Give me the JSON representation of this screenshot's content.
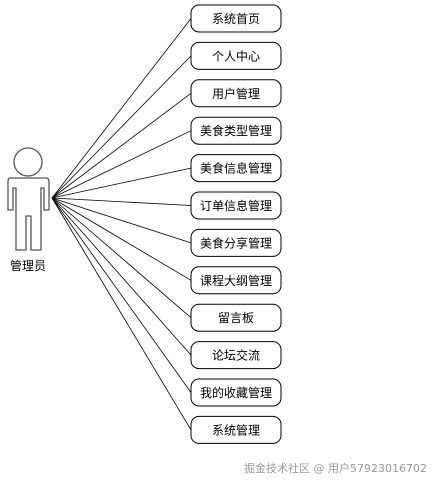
{
  "actor": {
    "label": "管理员"
  },
  "use_cases": [
    {
      "label": "系统首页"
    },
    {
      "label": "个人中心"
    },
    {
      "label": "用户管理"
    },
    {
      "label": "美食类型管理"
    },
    {
      "label": "美食信息管理"
    },
    {
      "label": "订单信息管理"
    },
    {
      "label": "美食分享管理"
    },
    {
      "label": "课程大纲管理"
    },
    {
      "label": "留言板"
    },
    {
      "label": "论坛交流"
    },
    {
      "label": "我的收藏管理"
    },
    {
      "label": "系统管理"
    }
  ],
  "watermark": "掘金技术社区 @ 用户57923016702",
  "colors": {
    "line": "#000000",
    "actor_fill": "#ffffff",
    "actor_stroke": "#555555",
    "box_stroke": "#000000",
    "watermark": "#9a9a9a"
  }
}
